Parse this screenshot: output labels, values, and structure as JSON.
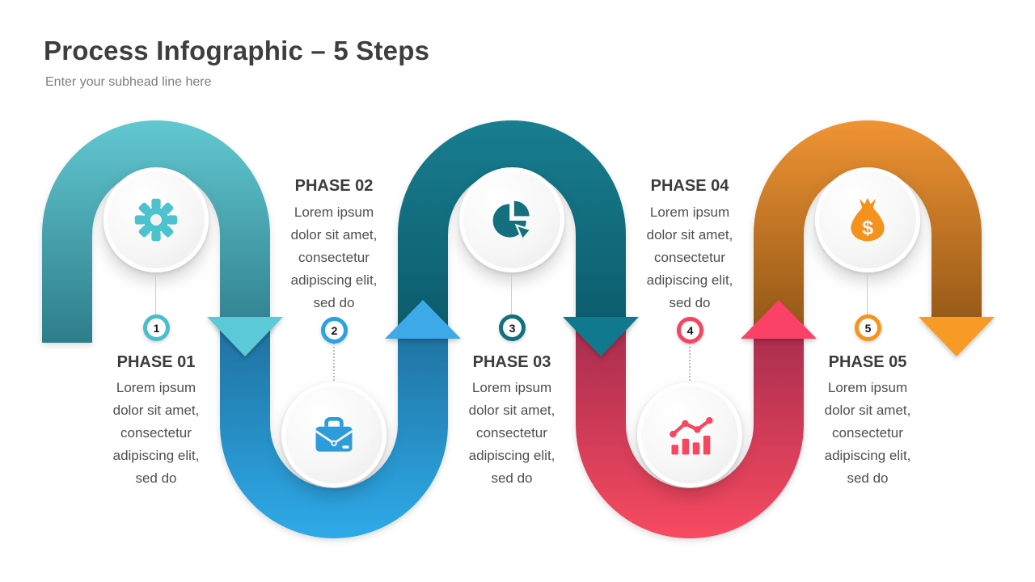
{
  "slide": {
    "title": "Process Infographic – 5 Steps",
    "subtitle": "Enter your subhead line here"
  },
  "phases": [
    {
      "number": "1",
      "label": "PHASE 01",
      "description": "Lorem ipsum\ndolor sit amet,\nconsectetur\nadipiscing elit,\nsed do",
      "icon": "gear-icon",
      "color": "#4BC2CD",
      "arc_gradient": [
        "#62C8D1",
        "#2C7B89"
      ],
      "arrow": {
        "direction": "down",
        "color": "#5CC9D8"
      },
      "text_position": "below"
    },
    {
      "number": "2",
      "label": "PHASE 02",
      "description": "Lorem ipsum\ndolor sit amet,\nconsectetur\nadipiscing elit,\nsed do",
      "icon": "briefcase-icon",
      "color": "#2D9CDB",
      "arc_gradient": [
        "#1E6E9B",
        "#2FABEA"
      ],
      "arrow": {
        "direction": "up",
        "color": "#3EA9E9"
      },
      "text_position": "above"
    },
    {
      "number": "3",
      "label": "PHASE 03",
      "description": "Lorem ipsum\ndolor sit amet,\nconsectetur\nadipiscing elit,\nsed do",
      "icon": "pie-chart-icon",
      "color": "#14707F",
      "arc_gradient": [
        "#187E90",
        "#0B5868"
      ],
      "arrow": {
        "direction": "down",
        "color": "#10798D"
      },
      "text_position": "below"
    },
    {
      "number": "4",
      "label": "PHASE 04",
      "description": "Lorem ipsum\ndolor sit amet,\nconsectetur\nadipiscing elit,\nsed do",
      "icon": "line-chart-icon",
      "color": "#F8465F",
      "arc_gradient": [
        "#A32B4D",
        "#F94B61"
      ],
      "arrow": {
        "direction": "up",
        "color": "#FC4167"
      },
      "text_position": "above"
    },
    {
      "number": "5",
      "label": "PHASE 05",
      "description": "Lorem ipsum\ndolor sit amet,\nconsectetur\nadipiscing elit,\nsed do",
      "icon": "money-bag-icon",
      "color": "#F5921D",
      "arc_gradient": [
        "#F09433",
        "#8A5215"
      ],
      "arrow": {
        "direction": "down",
        "color": "#F89B26"
      },
      "text_position": "below"
    }
  ]
}
